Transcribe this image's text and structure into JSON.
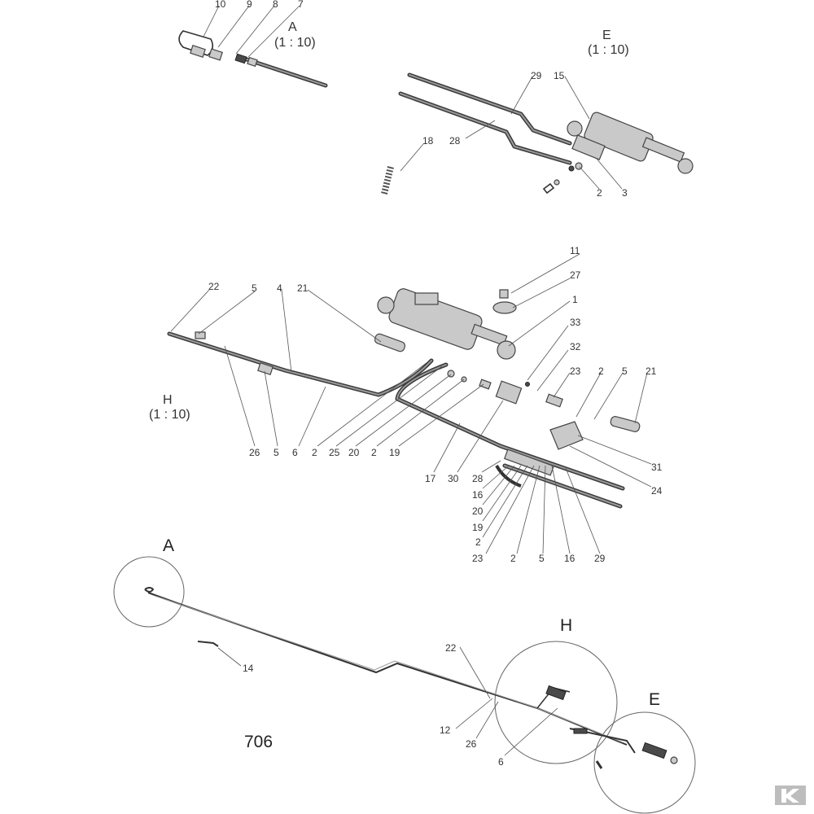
{
  "diagram": {
    "view_a": {
      "letter": "A",
      "scale": "(1 : 10)"
    },
    "view_e": {
      "letter": "E",
      "scale": "(1 : 10)"
    },
    "view_h": {
      "letter": "H",
      "scale": "(1 : 10)"
    },
    "overview": {
      "circle_a": "A",
      "circle_h": "H",
      "circle_e": "E",
      "page_number": "706"
    },
    "callouts": {
      "a_10": "10",
      "a_9": "9",
      "a_8": "8",
      "a_7": "7",
      "e_29": "29",
      "e_15": "15",
      "e_28": "28",
      "e_18": "18",
      "e_2": "2",
      "e_3": "3",
      "h_11": "11",
      "h_27": "27",
      "h_1": "1",
      "h_33": "33",
      "h_32": "32",
      "h_23a": "23",
      "h_2a": "2",
      "h_5a": "5",
      "h_21a": "21",
      "h_22": "22",
      "h_5b": "5",
      "h_4": "4",
      "h_21b": "21",
      "h_26": "26",
      "h_5c": "5",
      "h_6": "6",
      "h_2b": "2",
      "h_25": "25",
      "h_20a": "20",
      "h_2c": "2",
      "h_19a": "19",
      "h_17": "17",
      "h_30": "30",
      "h_28": "28",
      "h_16a": "16",
      "h_20b": "20",
      "h_19b": "19",
      "h_2d": "2",
      "h_23b": "23",
      "h_2e": "2",
      "h_5d": "5",
      "h_16b": "16",
      "h_29": "29",
      "h_31": "31",
      "h_24": "24",
      "o_22": "22",
      "o_14": "14",
      "o_12": "12",
      "o_26": "26",
      "o_6": "6"
    }
  }
}
